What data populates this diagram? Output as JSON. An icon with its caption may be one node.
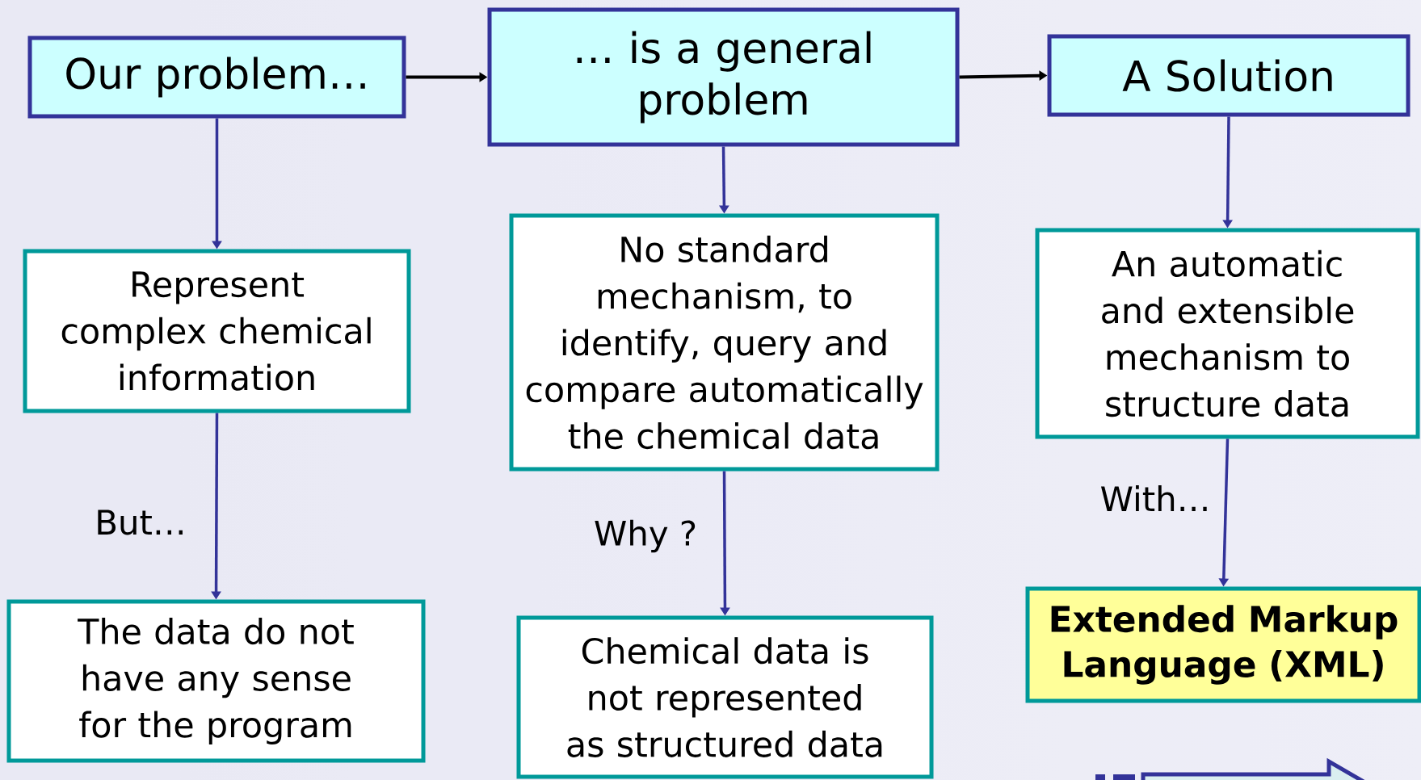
{
  "diagram": {
    "nodes": [
      {
        "text": [
          "Our problem…"
        ]
      },
      {
        "text": [
          "… is a general problem"
        ]
      },
      {
        "text": [
          "A Solution"
        ]
      },
      {
        "text": [
          "Represent complex chemical information"
        ]
      },
      {
        "text": [
          "No standard mechanism, to identify, query and compare automatically the chemical data"
        ]
      },
      {
        "text": [
          "An automatic and extensible mechanism to structure data"
        ]
      },
      {
        "text": [
          "The data do not have any sense for the program"
        ]
      },
      {
        "text": [
          "Chemical data is not represented as structured data"
        ]
      },
      {
        "text": [
          "Extended Markup Language (XML)"
        ]
      }
    ],
    "edges": [
      {
        "from": 0,
        "to": 1,
        "arrow": "to",
        "color": "#000000"
      },
      {
        "from": 1,
        "to": 2,
        "arrow": "to",
        "color": "#000000"
      },
      {
        "from": 0,
        "to": 3,
        "arrow": "to"
      },
      {
        "from": 1,
        "to": 4,
        "arrow": "to"
      },
      {
        "from": 2,
        "to": 5,
        "arrow": "to"
      },
      {
        "from": 3,
        "to": 6,
        "label": "But…",
        "arrow": "to"
      },
      {
        "from": 4,
        "to": 7,
        "label": "Why ?",
        "arrow": "to"
      },
      {
        "from": 5,
        "to": 8,
        "label": "With…",
        "arrow": "to"
      }
    ]
  }
}
